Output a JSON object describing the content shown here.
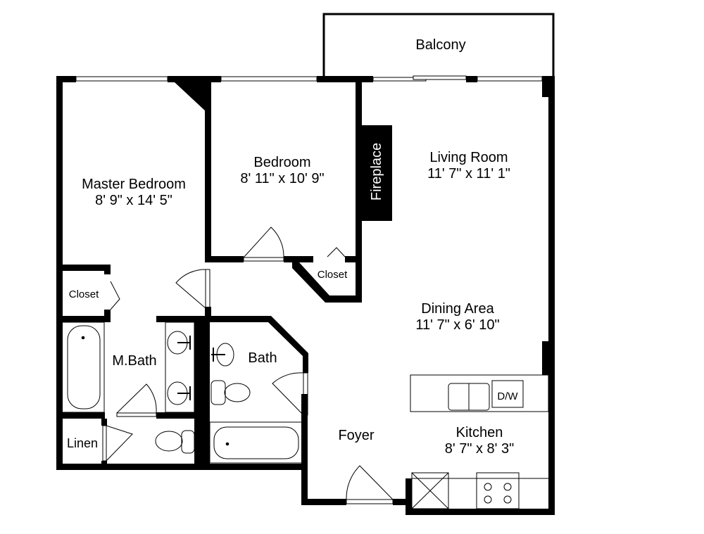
{
  "floorplan": {
    "colors": {
      "wall": "#000000",
      "background": "#ffffff",
      "fixture": "#333333"
    },
    "rooms": {
      "balcony": {
        "name": "Balcony"
      },
      "master_bedroom": {
        "name": "Master Bedroom",
        "dims": "8' 9\" x 14' 5\""
      },
      "bedroom": {
        "name": "Bedroom",
        "dims": "8' 11\" x 10' 9\""
      },
      "fireplace": {
        "name": "Fireplace"
      },
      "living_room": {
        "name": "Living Room",
        "dims": "11' 7\" x 11' 1\""
      },
      "master_closet": {
        "name": "Closet"
      },
      "bedroom_closet": {
        "name": "Closet"
      },
      "dining_area": {
        "name": "Dining Area",
        "dims": "11' 7\" x 6' 10\""
      },
      "master_bath": {
        "name": "M.Bath"
      },
      "bath": {
        "name": "Bath"
      },
      "linen": {
        "name": "Linen"
      },
      "foyer": {
        "name": "Foyer"
      },
      "kitchen": {
        "name": "Kitchen",
        "dims": "8' 7\" x 8' 3\""
      },
      "dishwasher": {
        "name": "D/W"
      }
    }
  }
}
